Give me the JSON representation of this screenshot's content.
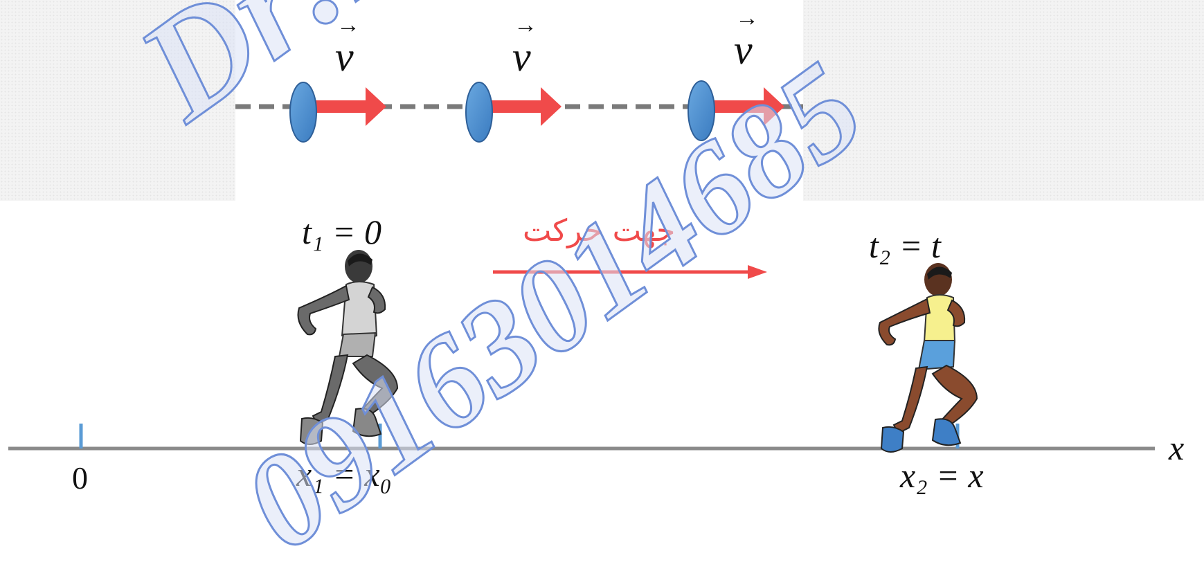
{
  "colors": {
    "dot": "#4f8fd0",
    "velocity_arrow": "#f04a4a",
    "track_dash": "#7a7a7a",
    "axis": "#8a8a8a",
    "tick": "#5a9bd5",
    "watermark_outline": "#6f8fd8"
  },
  "velocity": {
    "label": "v",
    "arrow_glyph": "→"
  },
  "direction": {
    "label": "جهت حرکت"
  },
  "axis": {
    "name": "x",
    "origin_label": "0"
  },
  "start": {
    "time_label": "t₁ = 0",
    "position_label": "x₁ = x₀"
  },
  "end": {
    "time_label": "t₂ = t",
    "position_label": "x₂ = x"
  },
  "watermark": {
    "line1": "Dr:B.Bo",
    "line2": "09163014685"
  }
}
